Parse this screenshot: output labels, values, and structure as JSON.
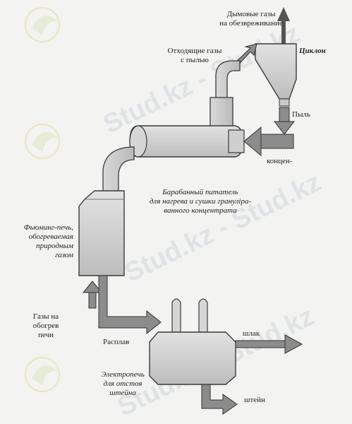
{
  "watermark": {
    "text": "Stud.kz - Stud.kz",
    "color": "#9aa8bf"
  },
  "labels": {
    "flue_gas": "Дымовые газы\nна обезвреживание",
    "cyclone": "Циклон",
    "offgas": "Отходящие газы\nс пылью",
    "dust": "Пыль",
    "concentrate": "концен-",
    "drum": "Барабанный питатель\nдля нагрева и сушки грануліра-\nванного концентрата",
    "fuming": "Фьюминг-печь,\nобогреваемая\nприродным\nгазом",
    "heat_gas": "Газы на\nобогрев\nпечи",
    "melt": "Расплав",
    "slag": "шлак",
    "electro": "Электропечь\nдля отстоя\nштейна",
    "matte": "штейн"
  },
  "colors": {
    "equipment_fill": "#cfcfcf",
    "arrow_fill": "#8c8c8c",
    "outline": "#3a3a3a"
  }
}
